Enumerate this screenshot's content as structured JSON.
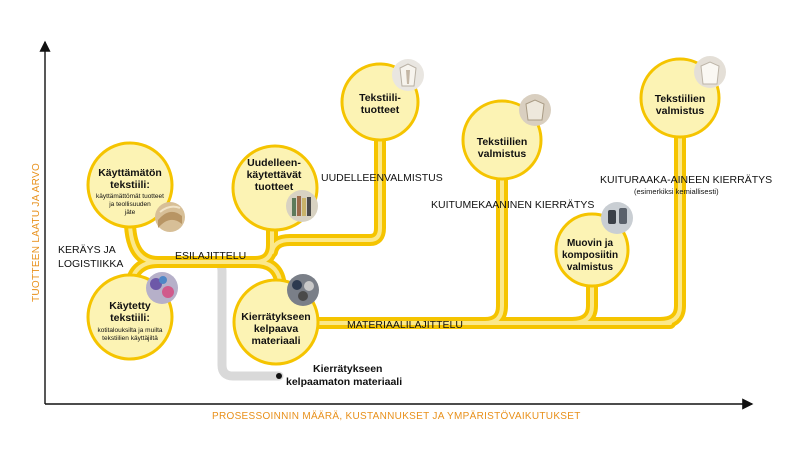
{
  "colors": {
    "flow": "#f5c400",
    "flow_light": "#fbe88a",
    "circle_fill": "#fcf3b4",
    "circle_stroke": "#f5c400",
    "axis_text": "#e8901a",
    "reject_path": "#d9d9d9"
  },
  "axes": {
    "y_label": "TUOTTEEN LAATU JA ARVO",
    "x_label": "PROSESSOINNIN MÄÄRÄ, KUSTANNUKSET JA YMPÄRISTÖVAIKUTUKSET"
  },
  "nodes": {
    "unused": {
      "title": [
        "Käyttämätön",
        "tekstiili:"
      ],
      "desc": [
        "käyttämättömät tuotteet",
        "ja teollisuuden",
        "jäte"
      ]
    },
    "used": {
      "title": [
        "Käytetty",
        "tekstiili:"
      ],
      "desc": [
        "kotitalouksilta ja muilta",
        "tekstiilien käyttäjiltä"
      ]
    },
    "reuse": {
      "title": [
        "Uudelleen-",
        "käytettävät",
        "tuotteet"
      ]
    },
    "textile_products": {
      "title": [
        "Tekstiili-",
        "tuotteet"
      ]
    },
    "recyclable": {
      "title": [
        "Kierrätykseen",
        "kelpaava",
        "materiaali"
      ]
    },
    "textile_mfg_mech": {
      "title": [
        "Tekstiilien",
        "valmistus"
      ]
    },
    "plastic_composite": {
      "title": [
        "Muovin ja",
        "komposiitin",
        "valmistus"
      ]
    },
    "textile_mfg_chem": {
      "title": [
        "Tekstiilien",
        "valmistus"
      ]
    }
  },
  "labels": {
    "collection": [
      "KERÄYS JA",
      "LOGISTIIKKA"
    ],
    "presorting": "ESILAJITTELU",
    "remanufacturing": "UUDELLEENVALMISTUS",
    "mechanical": "KUITUMEKAANINEN KIERRÄTYS",
    "chemical": "KUITURAAKA-AINEEN KIERRÄTYS",
    "chemical_note": "(esimerkiksi kemiallisesti)",
    "material_sorting": "MATERIAALILAJITTELU",
    "non_recyclable": [
      "Kierrätykseen",
      "kelpaamaton materiaali"
    ]
  },
  "icons": {
    "unused": "fabric-stack-photo",
    "used": "clothes-pile-photo",
    "reuse": "clothing-rack-photo",
    "textile_products": "garments-photo",
    "recyclable": "sorted-textiles-photo",
    "textile_mfg_mech": "shirts-photo",
    "plastic_composite": "composite-parts-photo",
    "textile_mfg_chem": "white-garments-photo"
  }
}
